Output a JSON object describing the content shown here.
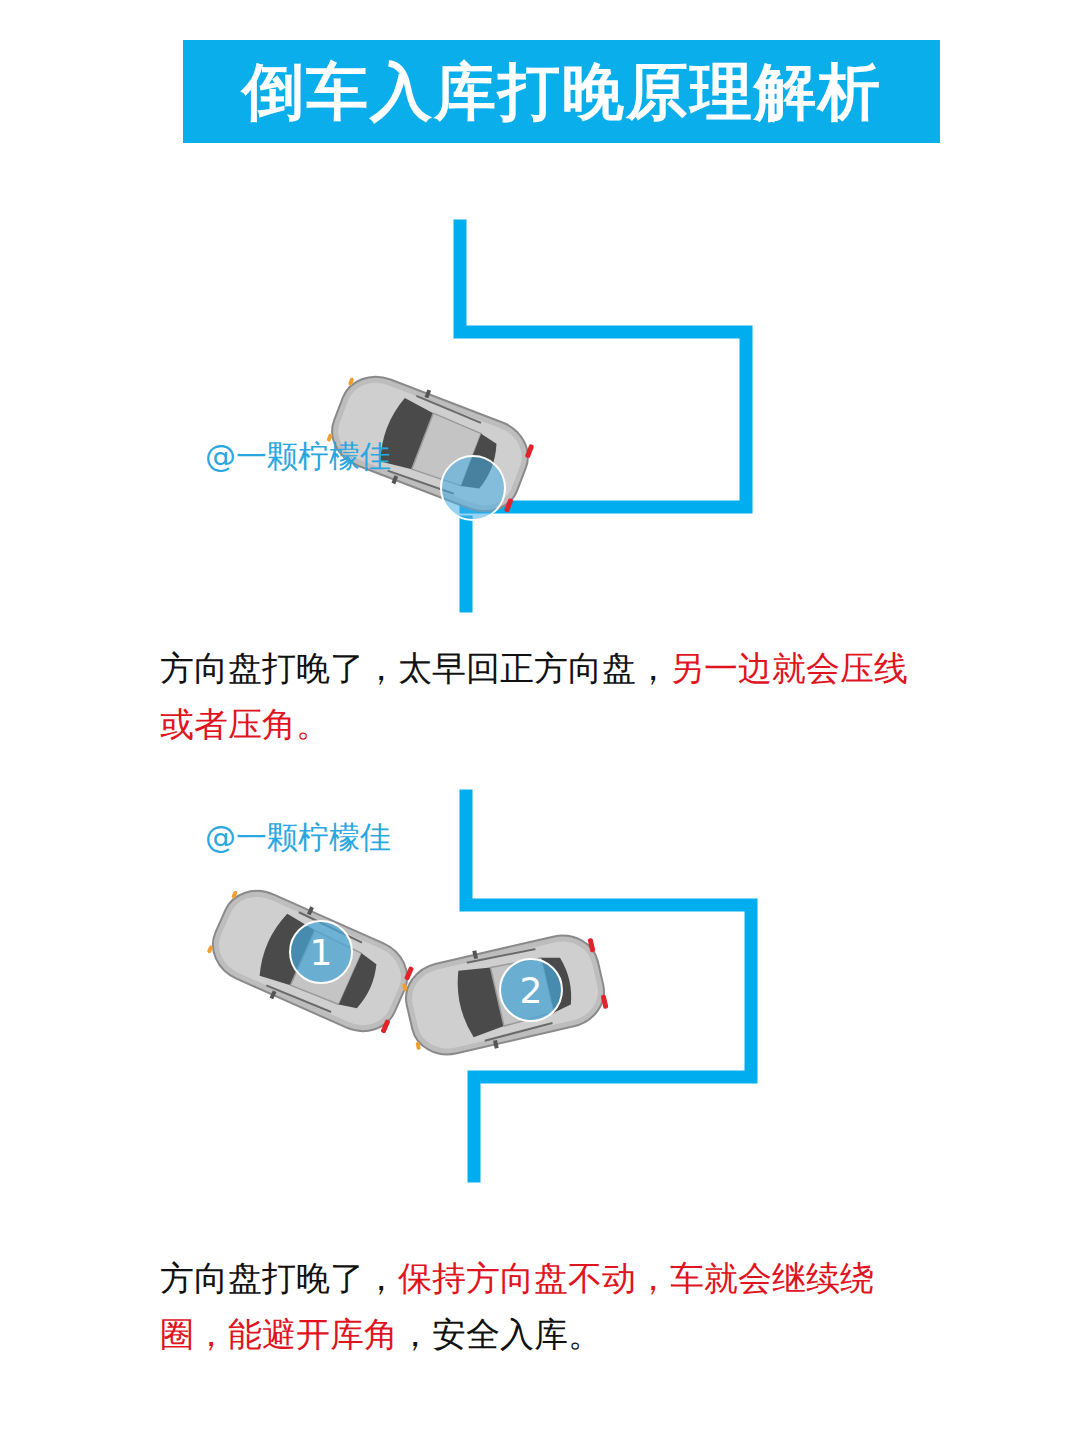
{
  "diagram": {
    "title": "倒车入库打晚原理解析",
    "nodes": [
      {
        "text": [
          "1"
        ]
      },
      {
        "text": [
          "2"
        ]
      }
    ],
    "labels": [
      "@一颗柠檬佳",
      "方向盘打晚了，太早回正方向盘，",
      "另一边就会压线或者压角。",
      "@一颗柠檬佳",
      "方向盘打晚了，",
      "保持方向盘不动，车就会继续绕圈，能避开库角",
      "，安全入库。"
    ]
  }
}
